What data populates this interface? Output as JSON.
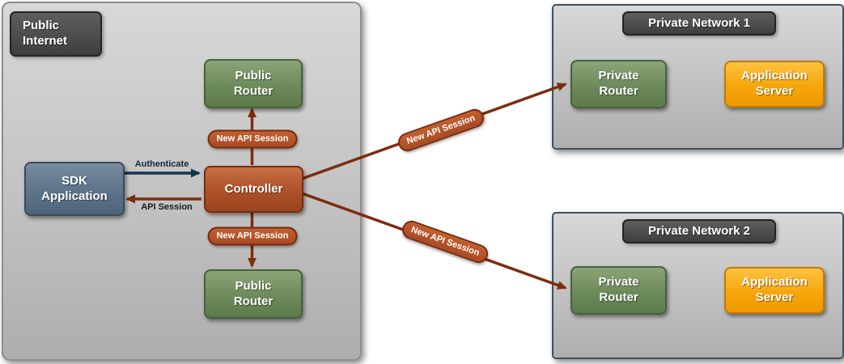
{
  "regions": {
    "public_internet": {
      "title": "Public Internet"
    },
    "private_network_1": {
      "title": "Private Network 1"
    },
    "private_network_2": {
      "title": "Private Network 2"
    }
  },
  "nodes": {
    "public_router_top": {
      "label": "Public Router"
    },
    "sdk_application": {
      "label": "SDK Application"
    },
    "controller": {
      "label": "Controller"
    },
    "public_router_bottom": {
      "label": "Public Router"
    },
    "private_router_1": {
      "label": "Private Router"
    },
    "application_server_1": {
      "label": "Application Server"
    },
    "private_router_2": {
      "label": "Private Router"
    },
    "application_server_2": {
      "label": "Application Server"
    }
  },
  "edge_labels": {
    "authenticate": "Authenticate",
    "api_session": "API Session",
    "new_api_session_to_top_router": "New API Session",
    "new_api_session_to_bottom_router": "New API Session",
    "new_api_session_to_network_1": "New API Session",
    "new_api_session_to_network_2": "New API Session"
  },
  "colors": {
    "router_green": "#6d8a5b",
    "controller_red": "#ad5128",
    "sdk_blue": "#5d7389",
    "server_orange": "#f6a60a",
    "region_fill": "#c3c3c3",
    "title_fill": "#4a4a4a",
    "arrow_red": "#7d2d0e",
    "arrow_blue": "#16344f"
  }
}
